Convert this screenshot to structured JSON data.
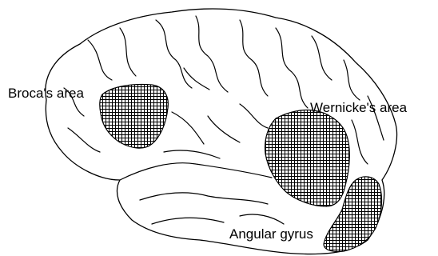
{
  "diagram": {
    "labels": {
      "broca": "Broca's area",
      "wernicke": "Wernicke's area",
      "angular": "Angular gyrus"
    },
    "colors": {
      "background": "#ffffff",
      "line": "#000000",
      "hatch_fill": "#000000"
    }
  }
}
